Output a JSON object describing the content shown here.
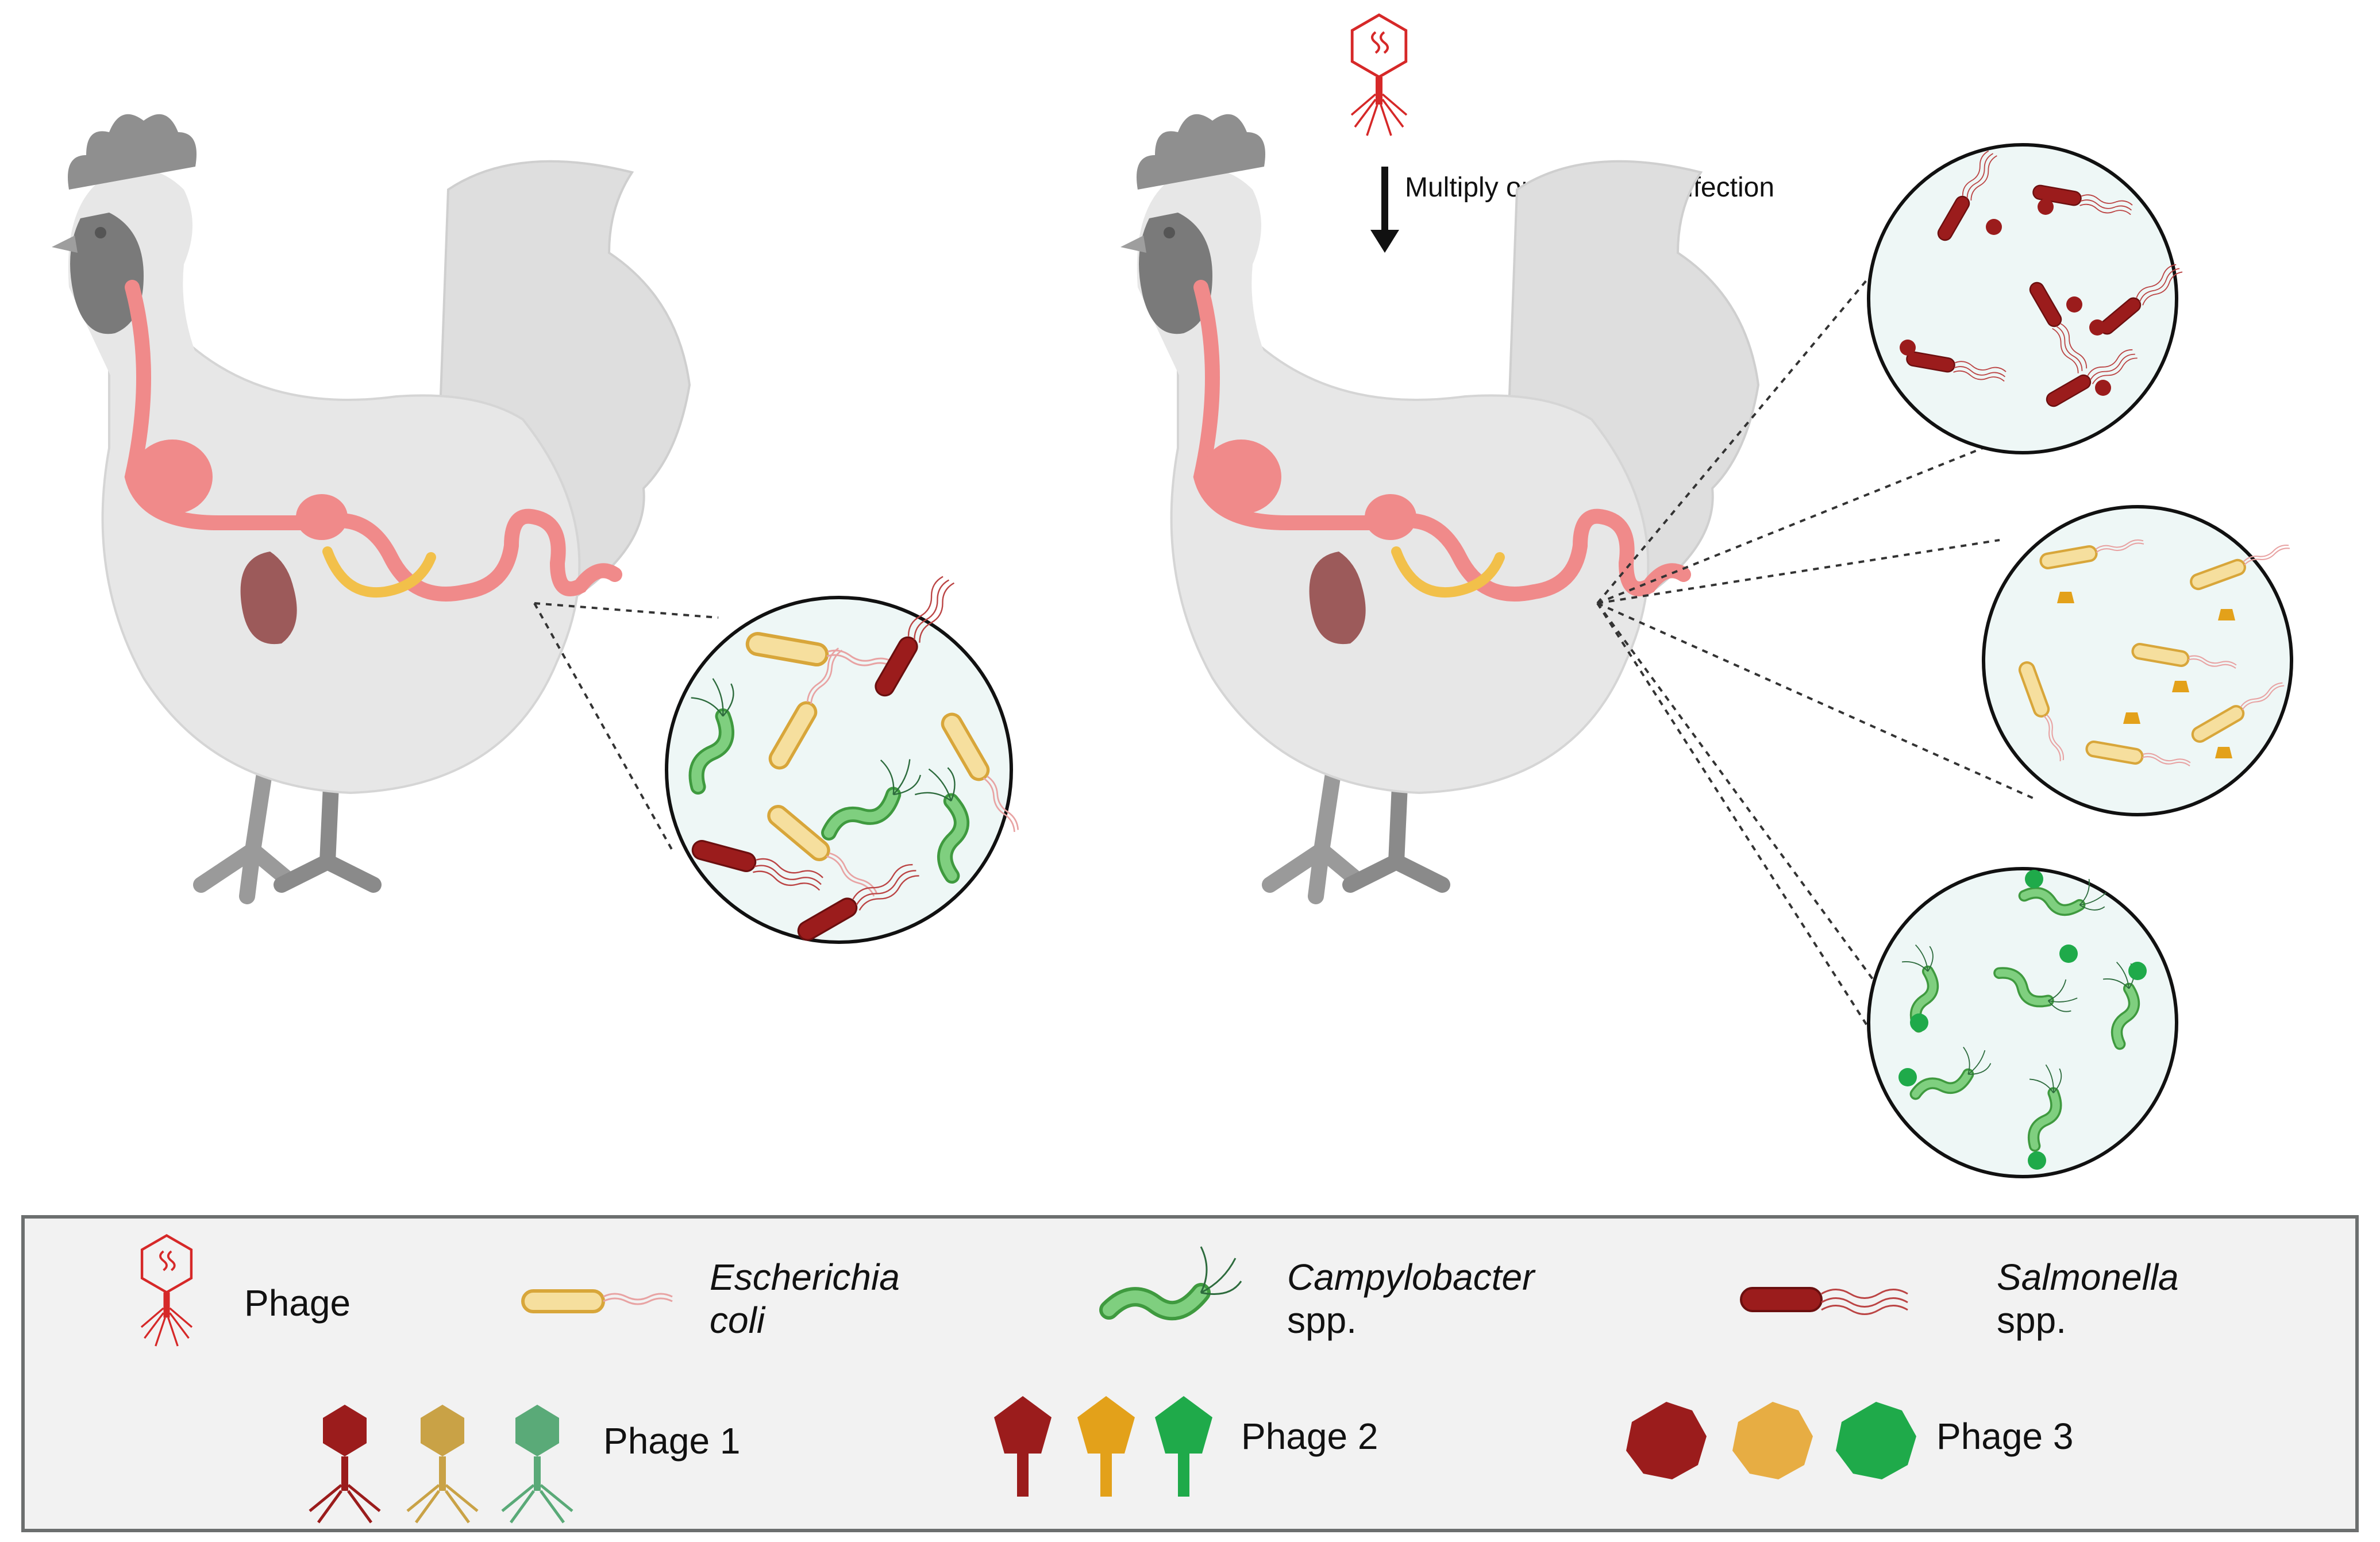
{
  "annotation": {
    "multiply": "Multiply on the site of infection"
  },
  "legend": {
    "phage": "Phage",
    "ecoli": {
      "line1": "Escherichia",
      "line2": "coli"
    },
    "campylobacter": {
      "line1": "Campylobacter",
      "line2": "spp."
    },
    "salmonella": {
      "line1": "Salmonella",
      "line2": "spp."
    },
    "phage1": "Phage 1",
    "phage2": "Phage 2",
    "phage3": "Phage 3"
  },
  "colors": {
    "salmonella": "#9b1c1c",
    "ecoli": "#e9c46a",
    "ecoli_fill": "#f6df9e",
    "campylobacter": "#3f9a3f",
    "phage_red": "#d62828",
    "phase_green": "#1faa4a",
    "phage_orange": "#e3a11a",
    "chicken_body": "#e7e7e7",
    "gut": "#f08a8a",
    "lens_bg": "#eef7f6"
  },
  "icons": [
    "phage-icon",
    "chicken-illustration",
    "magnifier-circle",
    "arrow-down-icon"
  ]
}
